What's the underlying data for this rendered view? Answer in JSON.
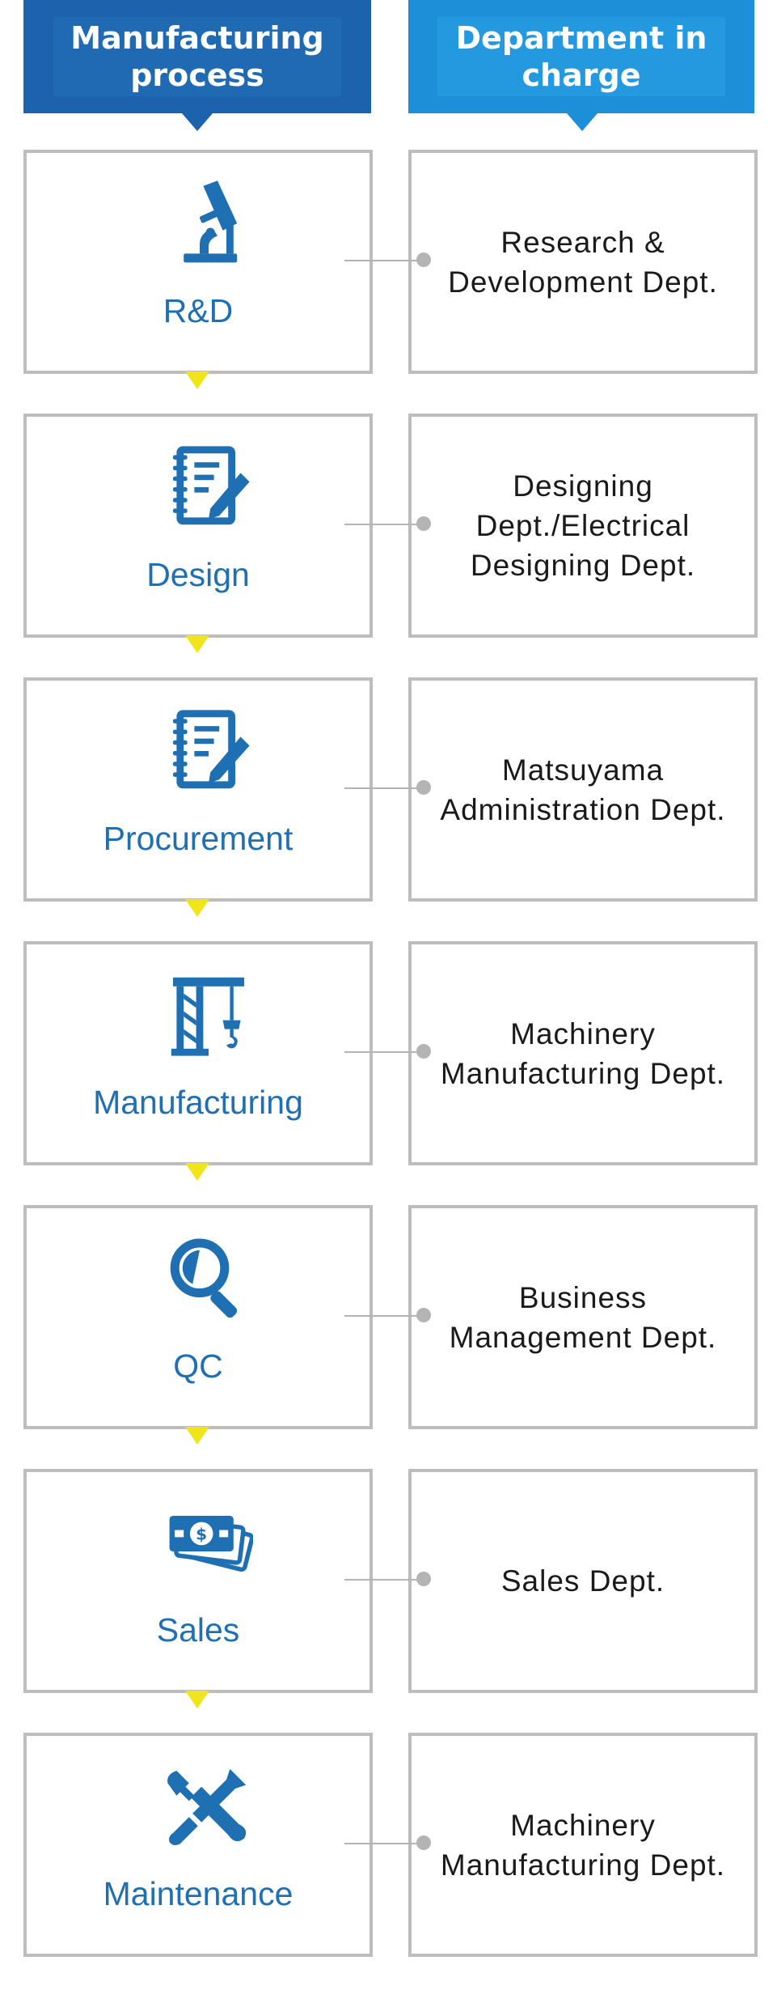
{
  "headers": {
    "process": "Manufacturing process",
    "department": "Department in charge"
  },
  "steps": [
    {
      "process": "R&D",
      "icon": "microscope-icon",
      "department": "Research & Development Dept."
    },
    {
      "process": "Design",
      "icon": "notepad-pencil-icon",
      "department": "Designing Dept./Electrical Designing Dept."
    },
    {
      "process": "Procurement",
      "icon": "notepad-pencil-icon",
      "department": "Matsuyama Administration Dept."
    },
    {
      "process": "Manufacturing",
      "icon": "crane-icon",
      "department": "Machinery Manufacturing Dept."
    },
    {
      "process": "QC",
      "icon": "magnifier-icon",
      "department": "Business Management Dept."
    },
    {
      "process": "Sales",
      "icon": "money-icon",
      "department": "Sales Dept."
    },
    {
      "process": "Maintenance",
      "icon": "wrench-screwdriver-icon",
      "department": "Machinery Manufacturing Dept."
    }
  ],
  "colors": {
    "header_process": "#1d62ad",
    "header_department": "#1c8fd8",
    "process_text": "#1f6fb3",
    "border": "#bdbdbd",
    "flow_arrow": "#f0e41a"
  }
}
